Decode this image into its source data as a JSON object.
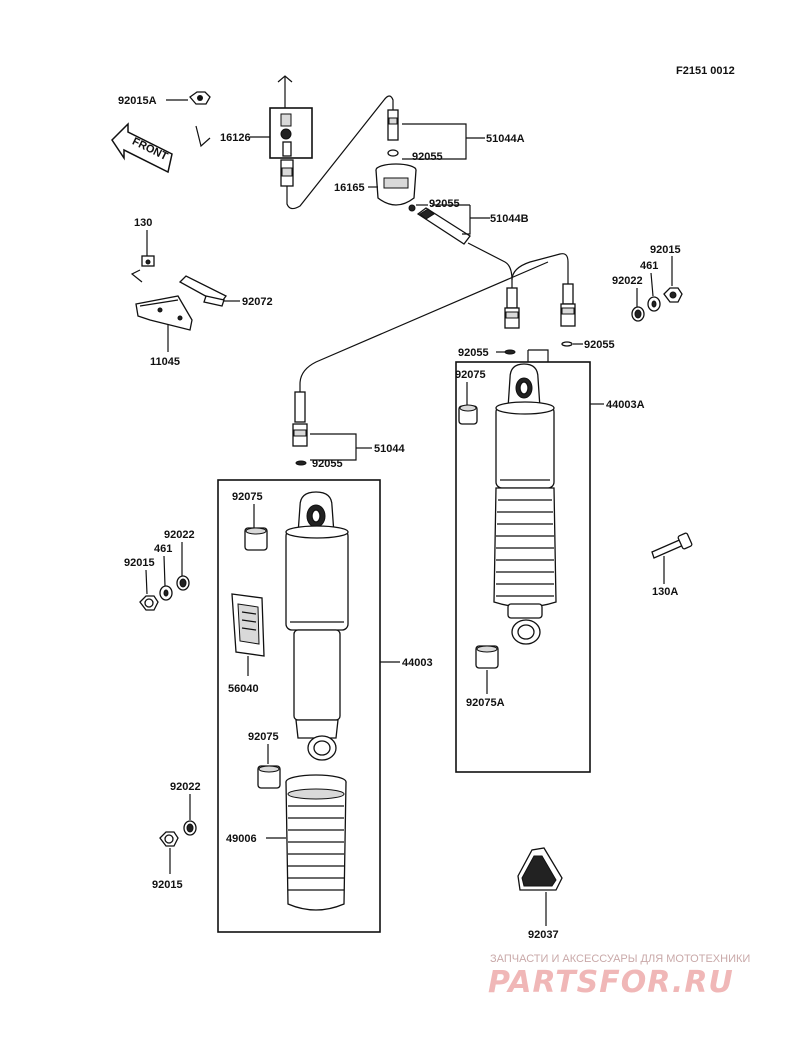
{
  "figure_code": "F2151 0012",
  "front_arrow": "FRONT",
  "watermark": {
    "line1": "ЗАПЧАСТИ И АКСЕССУАРЫ ДЛЯ МОТОТЕХНИКИ",
    "line2": "PARTSFOR.RU"
  },
  "labels": {
    "p92015A": "92015A",
    "p16126": "16126",
    "p51044A": "51044A",
    "p92055_a": "92055",
    "p16165": "16165",
    "p92055_b": "92055",
    "p51044B": "51044B",
    "p130": "130",
    "p92072": "92072",
    "p11045": "11045",
    "p92015_r": "92015",
    "p461_r": "461",
    "p92022_r": "92022",
    "p92055_c": "92055",
    "p92055_d": "92055",
    "p92075_r": "92075",
    "p44003A": "44003A",
    "p51044": "51044",
    "p92055_e": "92055",
    "p92075_l": "92075",
    "p92022_l": "92022",
    "p461_l": "461",
    "p92015_l": "92015",
    "p56040": "56040",
    "p44003": "44003",
    "p130A": "130A",
    "p92075A": "92075A",
    "p92075_l2": "92075",
    "p92022_l2": "92022",
    "p49006": "49006",
    "p92015_l2": "92015",
    "p92037": "92037"
  }
}
